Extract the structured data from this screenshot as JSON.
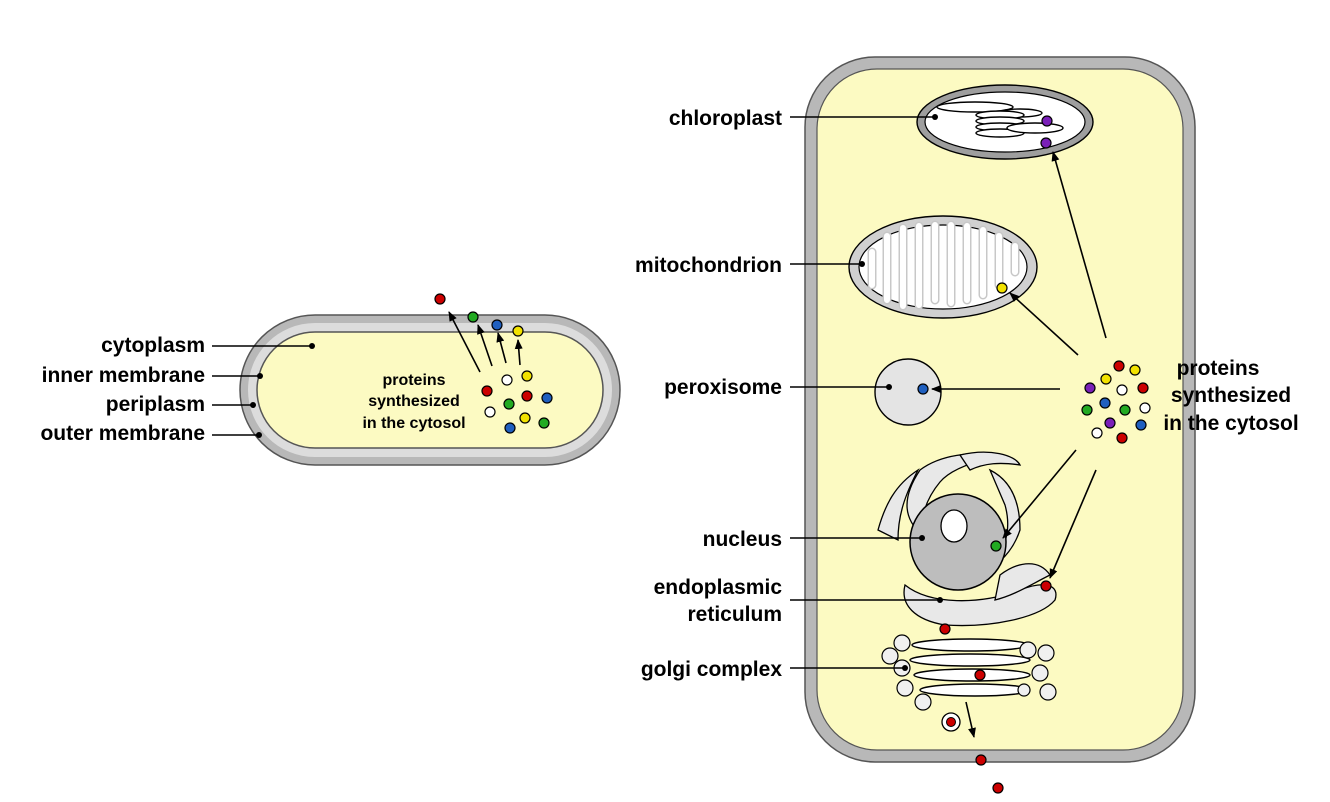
{
  "bacterium": {
    "labels": {
      "cytoplasm": "cytoplasm",
      "inner_membrane": "inner membrane",
      "periplasm": "periplasm",
      "outer_membrane": "outer membrane"
    },
    "proteins_caption": [
      "proteins",
      "synthesized",
      "in the cytosol"
    ]
  },
  "eukaryote": {
    "labels": {
      "chloroplast": "chloroplast",
      "mitochondrion": "mitochondrion",
      "peroxisome": "peroxisome",
      "nucleus": "nucleus",
      "er_line1": "endoplasmic",
      "er_line2": "reticulum",
      "golgi": "golgi complex"
    },
    "proteins_caption": [
      "proteins",
      "synthesized",
      "in the cytosol"
    ]
  },
  "colors": {
    "cytoplasm": "#fcfac2",
    "membrane_gray": "#b8b8b8",
    "organelle_gray": "#cfcfcf",
    "red": "#cc0000",
    "green": "#22aa22",
    "blue": "#1f5fbf",
    "yellow": "#f2e200",
    "purple": "#7a1fb8",
    "white": "#ffffff"
  }
}
